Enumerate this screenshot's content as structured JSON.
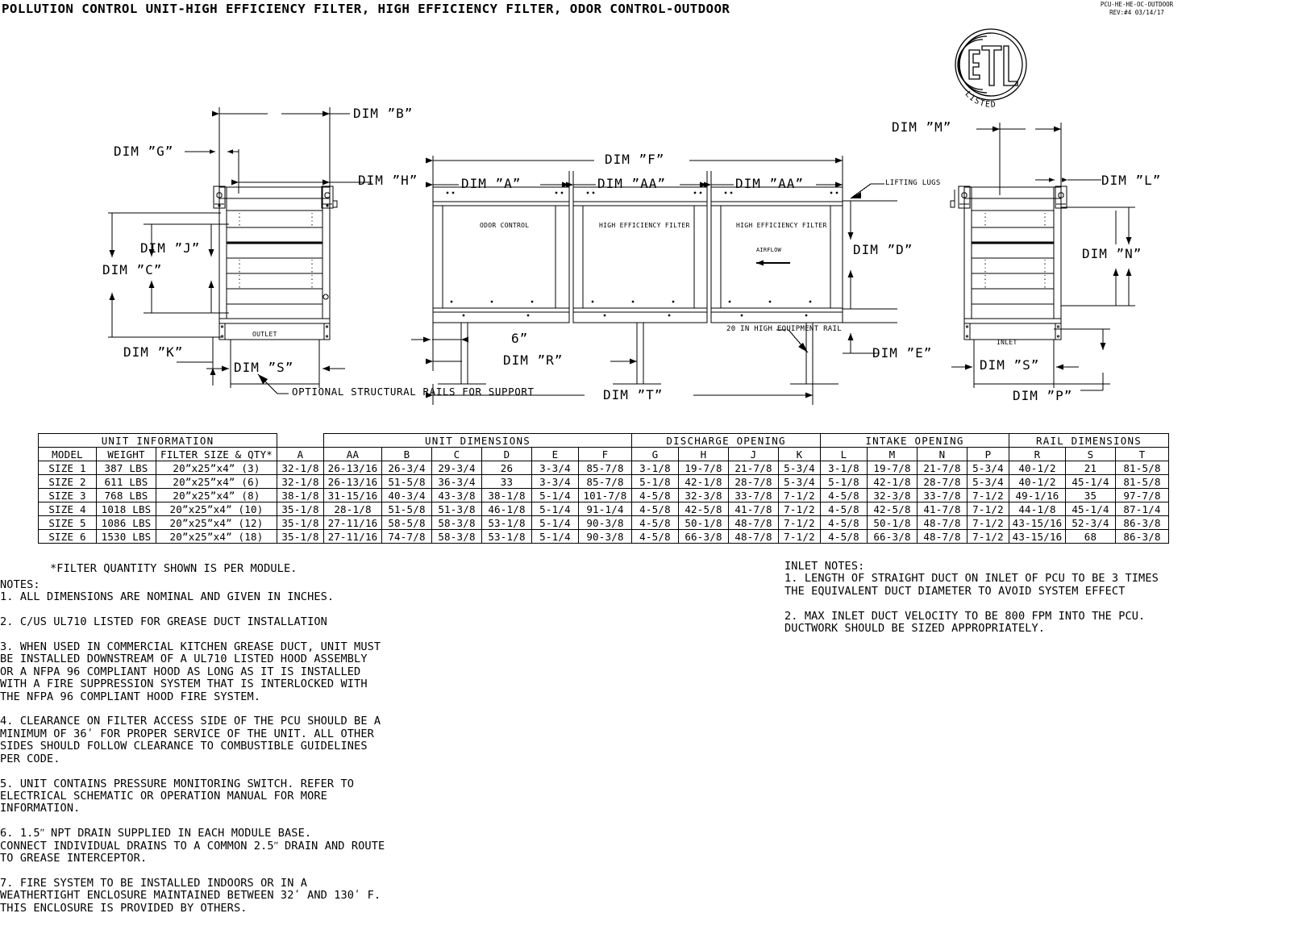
{
  "title": "POLLUTION CONTROL UNIT-HIGH EFFICIENCY FILTER, HIGH EFFICIENCY FILTER, ODOR CONTROL-OUTDOOR",
  "drawing_number": {
    "number": "PCU-HE-HE-OC-OUTDOOR",
    "revision": "REV:#4    03/14/17"
  },
  "logo": {
    "mark": "ETL",
    "sub": "LISTED"
  },
  "views": {
    "outlet_view": {
      "labels": {
        "b": "DIM  ”B”",
        "g": "DIM  ”G”",
        "h": "DIM  ”H”",
        "j": "DIM  ”J”",
        "c": "DIM  ”C”",
        "k": "DIM  ”K”",
        "s": "DIM  ”S”",
        "outlet": "OUTLET",
        "optional_rails": "OPTIONAL\nSTRUCTURAL RAILS\nFOR SUPPORT"
      }
    },
    "front_view": {
      "labels": {
        "f": "DIM  ”F”",
        "a": "DIM  ”A”",
        "aa1": "DIM  ”AA”",
        "aa2": "DIM  ”AA”",
        "d": "DIM  ”D”",
        "e": "DIM  ”E”",
        "r": "DIM  ”R”",
        "t": "DIM  ”T”",
        "six_inch": "6”",
        "module_odor": "ODOR\nCONTROL",
        "module_hef_1": "HIGH EFFICIENCY\nFILTER",
        "module_hef_2": "HIGH EFFICIENCY\nFILTER",
        "airflow": "AIRFLOW",
        "lifting_lugs": "LIFTING LUGS",
        "equipment_rail": "20 IN HIGH\nEQUIPMENT\nRAIL"
      }
    },
    "inlet_view": {
      "labels": {
        "m": "DIM  ”M”",
        "l": "DIM  ”L”",
        "n": "DIM  ”N”",
        "s": "DIM  ”S”",
        "p": "DIM  ”P”",
        "inlet": "INLET"
      }
    }
  },
  "table": {
    "group_headers": [
      {
        "label": "UNIT INFORMATION",
        "span": 3
      },
      {
        "label": "",
        "span": 1
      },
      {
        "label": "UNIT DIMENSIONS",
        "span": 6
      },
      {
        "label": "DISCHARGE OPENING",
        "span": 4
      },
      {
        "label": "INTAKE OPENING",
        "span": 4
      },
      {
        "label": "RAIL DIMENSIONS",
        "span": 3
      }
    ],
    "columns": [
      "MODEL",
      "WEIGHT",
      "FILTER SIZE & QTY*",
      "A",
      "AA",
      "B",
      "C",
      "D",
      "E",
      "F",
      "G",
      "H",
      "J",
      "K",
      "L",
      "M",
      "N",
      "P",
      "R",
      "S",
      "T"
    ],
    "rows": [
      [
        "SIZE 1",
        "387 LBS",
        "20”x25”x4”  (3)",
        "32-1/8",
        "26-13/16",
        "26-3/4",
        "29-3/4",
        "26",
        "3-3/4",
        "85-7/8",
        "3-1/8",
        "19-7/8",
        "21-7/8",
        "5-3/4",
        "3-1/8",
        "19-7/8",
        "21-7/8",
        "5-3/4",
        "40-1/2",
        "21",
        "81-5/8"
      ],
      [
        "SIZE 2",
        "611 LBS",
        "20”x25”x4”  (6)",
        "32-1/8",
        "26-13/16",
        "51-5/8",
        "36-3/4",
        "33",
        "3-3/4",
        "85-7/8",
        "5-1/8",
        "42-1/8",
        "28-7/8",
        "5-3/4",
        "5-1/8",
        "42-1/8",
        "28-7/8",
        "5-3/4",
        "40-1/2",
        "45-1/4",
        "81-5/8"
      ],
      [
        "SIZE 3",
        "768 LBS",
        "20”x25”x4”  (8)",
        "38-1/8",
        "31-15/16",
        "40-3/4",
        "43-3/8",
        "38-1/8",
        "5-1/4",
        "101-7/8",
        "4-5/8",
        "32-3/8",
        "33-7/8",
        "7-1/2",
        "4-5/8",
        "32-3/8",
        "33-7/8",
        "7-1/2",
        "49-1/16",
        "35",
        "97-7/8"
      ],
      [
        "SIZE 4",
        "1018 LBS",
        "20”x25”x4”  (10)",
        "35-1/8",
        "28-1/8",
        "51-5/8",
        "51-3/8",
        "46-1/8",
        "5-1/4",
        "91-1/4",
        "4-5/8",
        "42-5/8",
        "41-7/8",
        "7-1/2",
        "4-5/8",
        "42-5/8",
        "41-7/8",
        "7-1/2",
        "44-1/8",
        "45-1/4",
        "87-1/4"
      ],
      [
        "SIZE 5",
        "1086 LBS",
        "20”x25”x4”  (12)",
        "35-1/8",
        "27-11/16",
        "58-5/8",
        "58-3/8",
        "53-1/8",
        "5-1/4",
        "90-3/8",
        "4-5/8",
        "50-1/8",
        "48-7/8",
        "7-1/2",
        "4-5/8",
        "50-1/8",
        "48-7/8",
        "7-1/2",
        "43-15/16",
        "52-3/4",
        "86-3/8"
      ],
      [
        "SIZE 6",
        "1530 LBS",
        "20”x25”x4”  (18)",
        "35-1/8",
        "27-11/16",
        "74-7/8",
        "58-3/8",
        "53-1/8",
        "5-1/4",
        "90-3/8",
        "4-5/8",
        "66-3/8",
        "48-7/8",
        "7-1/2",
        "4-5/8",
        "66-3/8",
        "48-7/8",
        "7-1/2",
        "43-15/16",
        "68",
        "86-3/8"
      ]
    ]
  },
  "notes": {
    "filter_qty_note": "*FILTER QUANTITY SHOWN IS PER MODULE.",
    "left_block": "NOTES:\n1. ALL DIMENSIONS ARE NOMINAL AND GIVEN IN INCHES.\n\n2. C/US UL710 LISTED FOR GREASE DUCT INSTALLATION\n\n3. WHEN USED IN COMMERCIAL KITCHEN GREASE DUCT, UNIT MUST\nBE INSTALLED DOWNSTREAM OF A UL710 LISTED HOOD ASSEMBLY\nOR A NFPA 96 COMPLIANT HOOD AS LONG AS IT IS INSTALLED\nWITH A FIRE SUPPRESSION SYSTEM THAT IS INTERLOCKED WITH\nTHE NFPA 96 COMPLIANT HOOD FIRE SYSTEM.\n\n4. CLEARANCE ON FILTER ACCESS SIDE OF THE PCU SHOULD BE A\nMINIMUM OF 36ʹ FOR PROPER SERVICE OF THE UNIT. ALL OTHER\nSIDES SHOULD FOLLOW CLEARANCE TO COMBUSTIBLE GUIDELINES\nPER CODE.\n\n5. UNIT CONTAINS PRESSURE MONITORING SWITCH. REFER TO\nELECTRICAL SCHEMATIC OR OPERATION MANUAL FOR MORE\nINFORMATION.\n\n6. 1.5ʺ NPT DRAIN SUPPLIED IN EACH MODULE BASE.\nCONNECT INDIVIDUAL DRAINS TO A COMMON 2.5ʺ DRAIN AND ROUTE\nTO GREASE INTERCEPTOR.\n\n7. FIRE SYSTEM TO BE INSTALLED INDOORS OR IN A\nWEATHERTIGHT ENCLOSURE MAINTAINED BETWEEN 32ʹ AND 130ʹ F.\nTHIS ENCLOSURE IS PROVIDED BY OTHERS.",
    "right_block": "INLET NOTES:\n1. LENGTH OF STRAIGHT DUCT ON INLET OF PCU TO BE 3 TIMES\nTHE EQUIVALENT DUCT DIAMETER TO AVOID SYSTEM EFFECT\n\n2. MAX INLET DUCT VELOCITY TO BE 800 FPM INTO THE PCU.\nDUCTWORK SHOULD BE SIZED APPROPRIATELY."
  }
}
